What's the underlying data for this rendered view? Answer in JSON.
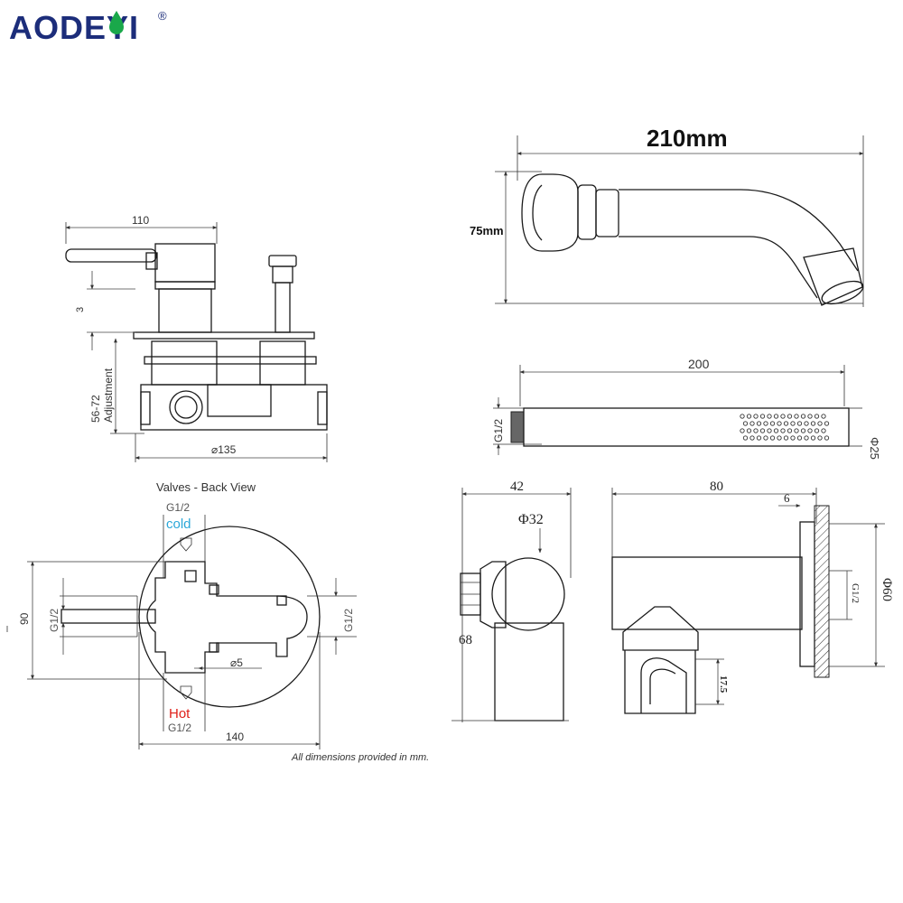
{
  "brand": {
    "name": "AODEYI",
    "registered_mark": "®",
    "colors": {
      "letters": "#1c2d7a",
      "drop": "#1aa84a"
    }
  },
  "valve_side": {
    "width": "110",
    "gap": "3",
    "adjustment": "56-72\nAdjustment",
    "diameter": "⌀135"
  },
  "valve_back": {
    "title": "Valves - Back View",
    "top_thread": "G1/2",
    "cold_label": "cold",
    "cold_color": "#2aa7d8",
    "height": "90",
    "left_thread": "G1/2",
    "right_thread": "G1/2",
    "bore": "⌀5",
    "hot_label": "Hot",
    "hot_color": "#e0201a",
    "bottom_thread": "G1/2",
    "width": "140",
    "note": "All dimensions provided in mm."
  },
  "spout": {
    "length": "210mm",
    "height": "75mm"
  },
  "hand_shower": {
    "length": "200",
    "thread": "G1/2",
    "diameter": "Φ25"
  },
  "holder_side": {
    "width": "42",
    "diameter": "Φ32",
    "height": "68"
  },
  "holder_front": {
    "width": "80",
    "offset": "6",
    "thread": "G1/2",
    "plate": "Φ60",
    "clip": "17.5"
  }
}
